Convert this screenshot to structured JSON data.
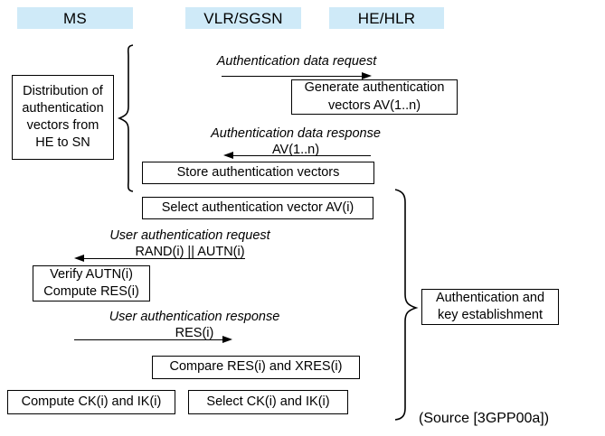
{
  "diagram": {
    "title_bar": {
      "accent_color": "#cfeaf8",
      "columns": [
        {
          "label": "MS"
        },
        {
          "label": "VLR/SGSN"
        },
        {
          "label": "HE/HLR"
        }
      ]
    },
    "phase_labels": [
      {
        "lines": [
          "Distribution of",
          "authentication",
          "vectors from",
          "HE to SN"
        ]
      },
      {
        "lines": [
          "Authentication and",
          "key establishment"
        ]
      }
    ],
    "process_boxes": [
      {
        "lines": [
          "Generate authentication",
          "vectors AV(1..n)"
        ]
      },
      {
        "lines": [
          "Store authentication vectors"
        ]
      },
      {
        "lines": [
          "Select authentication vector AV(i)"
        ]
      },
      {
        "lines": [
          "Verify AUTN(i)",
          "Compute RES(i)"
        ]
      },
      {
        "lines": [
          "Compare RES(i) and XRES(i)"
        ]
      },
      {
        "lines": [
          "Compute CK(i) and IK(i)"
        ]
      },
      {
        "lines": [
          "Select CK(i) and IK(i)"
        ]
      }
    ],
    "messages": [
      {
        "italic": "Authentication data request",
        "plain": "",
        "direction": "right"
      },
      {
        "italic": "Authentication data response",
        "plain": "AV(1..n)",
        "direction": "left"
      },
      {
        "italic": "User authentication request",
        "plain": "RAND(i) || AUTN(i)",
        "direction": "left"
      },
      {
        "italic": "User authentication response",
        "plain": "RES(i)",
        "direction": "right"
      }
    ],
    "source_note": "(Source [3GPP00a])"
  }
}
